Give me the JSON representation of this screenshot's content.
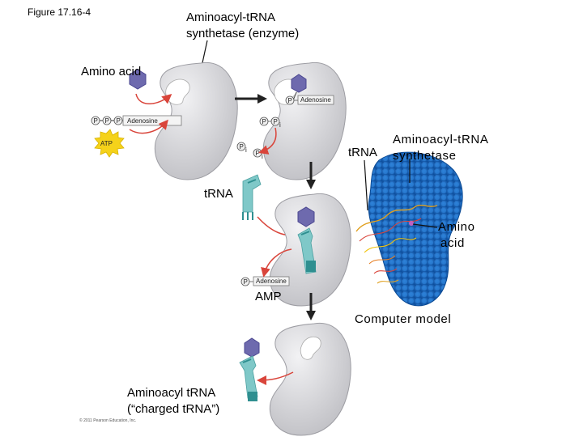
{
  "figure_label": "Figure 17.16-4",
  "labels": {
    "enzyme_line1": "Aminoacyl-tRNA",
    "enzyme_line2": "synthetase (enzyme)",
    "amino_acid": "Amino acid",
    "atp": "ATP",
    "adenosine": "Adenosine",
    "phosphate": "P",
    "pi": "i",
    "trna_left": "tRNA",
    "trna_right": "tRNA",
    "synthetase_line1": "Aminoacyl-tRNA",
    "synthetase_line2": "synthetase",
    "amino_line1": "Amino",
    "amino_line2": "acid",
    "amp": "AMP",
    "computer_model": "Computer model",
    "charged_line1": "Aminoacyl tRNA",
    "charged_line2": "(“charged tRNA”)",
    "copyright": "© 2011 Pearson Education, Inc."
  },
  "colors": {
    "enzyme_fill": "#d8d8da",
    "amino_acid": "#6e6aae",
    "trna": "#7fc8c8",
    "trna_dark": "#2f8f90",
    "atp_star": "#f5d21a",
    "arrow_red": "#d9453b",
    "arrow_black": "#222222",
    "protein_blue": "#1f6fc4"
  }
}
